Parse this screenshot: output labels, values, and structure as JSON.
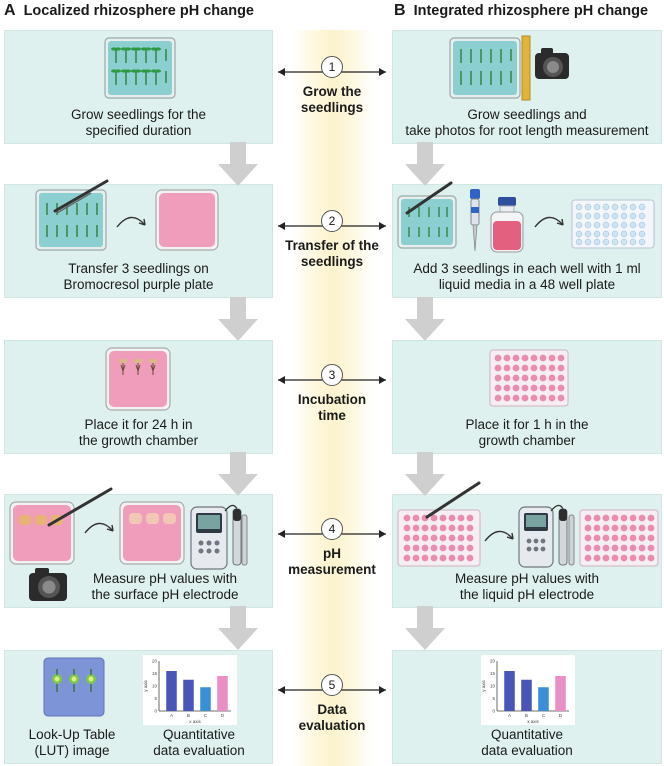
{
  "colA": {
    "letter": "A",
    "title": "Localized rhizosphere pH change"
  },
  "colB": {
    "letter": "B",
    "title": "Integrated rhizosphere pH change"
  },
  "steps": [
    {
      "num": "1",
      "label_l1": "Grow the",
      "label_l2": "seedlings"
    },
    {
      "num": "2",
      "label_l1": "Transfer of the",
      "label_l2": "seedlings"
    },
    {
      "num": "3",
      "label_l1": "Incubation",
      "label_l2": "time"
    },
    {
      "num": "4",
      "label_l1": "pH",
      "label_l2": "measurement"
    },
    {
      "num": "5",
      "label_l1": "Data",
      "label_l2": "evaluation"
    }
  ],
  "left": [
    {
      "l1": "Grow seedlings for the",
      "l2": "specified duration"
    },
    {
      "l1": "Transfer  3 seedlings on",
      "l2": "Bromocresol purple plate"
    },
    {
      "l1": "Place it for 24 h in",
      "l2": "the growth chamber"
    },
    {
      "l1": "Measure pH values with",
      "l2": "the surface pH electrode"
    },
    {
      "lut_l1": "Look-Up Table",
      "lut_l2": "(LUT) image",
      "q_l1": "Quantitative",
      "q_l2": "data evaluation"
    }
  ],
  "right": [
    {
      "l1": "Grow seedlings and",
      "l2": "take photos for root length measurement"
    },
    {
      "l1": "Add 3 seedlings in each well with 1 ml",
      "l2": "liquid media in a 48 well plate"
    },
    {
      "l1": "Place it for 1 h in the",
      "l2": "growth chamber"
    },
    {
      "l1": "Measure pH values  with",
      "l2": "the liquid pH electrode"
    },
    {
      "l1": "Quantitative",
      "l2": "data evaluation"
    }
  ],
  "mini_chart": {
    "type": "bar",
    "categories": [
      "A",
      "B",
      "C",
      "D"
    ],
    "values": [
      16,
      12.5,
      9.5,
      14
    ],
    "ylim": [
      0,
      20
    ],
    "yticks": [
      "0",
      "5",
      "10",
      "15",
      "20"
    ],
    "xlabel": "x axis",
    "ylabel": "y axis",
    "colors": [
      "#4a55b8",
      "#4a55b8",
      "#3b8fd6",
      "#e98fc6"
    ]
  },
  "colors": {
    "panel": "#dff1ee",
    "agar_blue": "#8ccfd0",
    "bcp_pink": "#ef9dbb",
    "arrow_gray": "#cfcfcf"
  }
}
